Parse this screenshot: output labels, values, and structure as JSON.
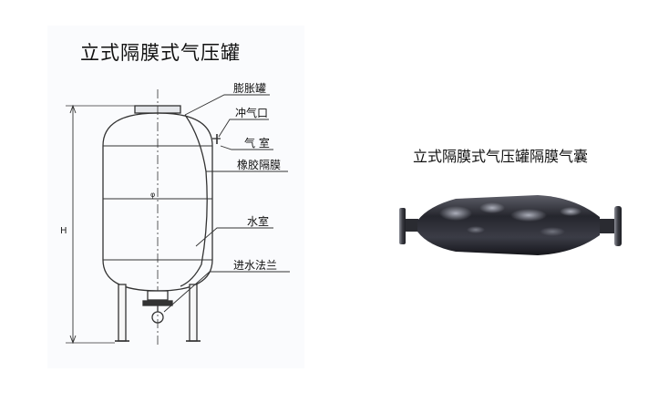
{
  "diagram": {
    "title": "立式隔膜式气压罐",
    "labels": {
      "expansion_tank": "膨胀罐",
      "air_inlet": "冲气口",
      "air_chamber": "气 室",
      "rubber_diaphragm": "橡胶隔膜",
      "water_chamber": "水室",
      "inlet_flange": "进水法兰"
    },
    "dimension_letter": "H",
    "diameter_mark": "φ"
  },
  "bladder": {
    "title": "立式隔膜式气压罐隔膜气囊"
  }
}
